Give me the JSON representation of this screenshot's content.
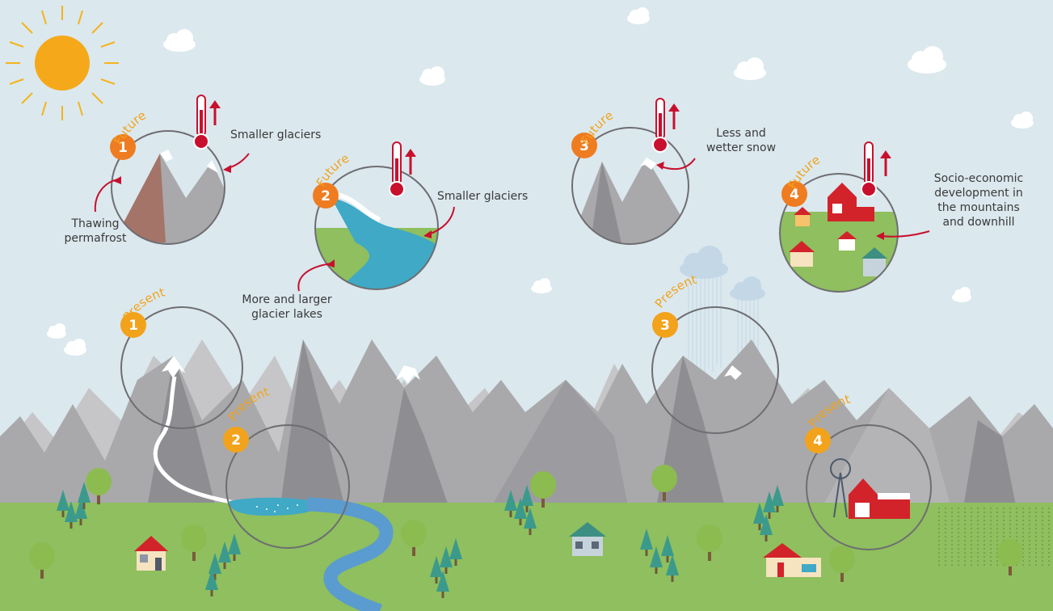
{
  "scenes": {
    "future": [
      {
        "number": "1",
        "stage": "Future",
        "labels": [
          "Smaller glaciers",
          "Thawing permafrost"
        ]
      },
      {
        "number": "2",
        "stage": "Future",
        "labels": [
          "Smaller glaciers",
          "More and larger glacier lakes"
        ]
      },
      {
        "number": "3",
        "stage": "Future",
        "labels": [
          "Less and wetter snow"
        ]
      },
      {
        "number": "4",
        "stage": "Future",
        "labels": [
          "Socio-economic development in the mountains and downhill"
        ]
      }
    ],
    "present": [
      {
        "number": "1",
        "stage": "Present"
      },
      {
        "number": "2",
        "stage": "Present"
      },
      {
        "number": "3",
        "stage": "Present"
      },
      {
        "number": "4",
        "stage": "Present"
      }
    ]
  },
  "labels": {
    "f1_glaciers": "Smaller glaciers",
    "f1_permafrost_l1": "Thawing",
    "f1_permafrost_l2": "permafrost",
    "f2_glaciers": "Smaller glaciers",
    "f2_lakes_l1": "More and larger",
    "f2_lakes_l2": "glacier  lakes",
    "f3_snow_l1": "Less and",
    "f3_snow_l2": "wetter snow",
    "f4_dev_l1": "Socio-economic",
    "f4_dev_l2": "development in",
    "f4_dev_l3": "the mountains",
    "f4_dev_l4": "and downhill"
  },
  "colors": {
    "sky": "#dbe8ee",
    "grass": "#8fbf5e",
    "mountain": "#a9a9ab",
    "mountain_dark": "#858589",
    "water": "#3fa9c6",
    "river": "#5a9bd0",
    "future_badge": "#ef7c21",
    "present_badge": "#f2a31b",
    "thermometer": "#c8102e",
    "barn": "#d2232a"
  },
  "icons": [
    "sun-icon",
    "cloud-icon",
    "rain-cloud-icon",
    "thermometer-icon",
    "arrow-up-icon",
    "tree-icon",
    "house-icon",
    "barn-icon",
    "windmill-icon"
  ]
}
